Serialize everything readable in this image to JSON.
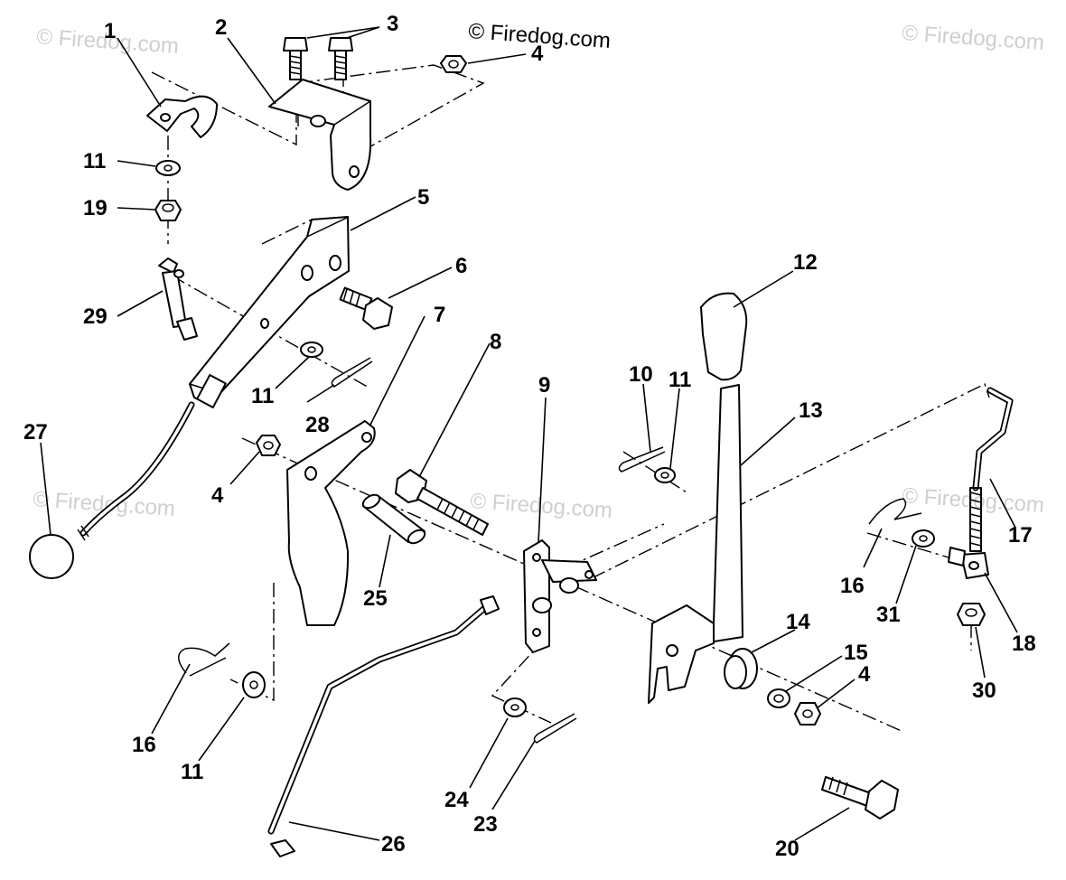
{
  "watermark": {
    "text": "© Firedog.com",
    "faint": "© Firedog.com"
  },
  "callouts": [
    "1",
    "2",
    "3",
    "4",
    "11",
    "19",
    "5",
    "6",
    "29",
    "11",
    "28",
    "7",
    "27",
    "4",
    "8",
    "9",
    "10",
    "11",
    "12",
    "13",
    "25",
    "17",
    "16",
    "31",
    "18",
    "14",
    "15",
    "4",
    "30",
    "16",
    "11",
    "24",
    "23",
    "26",
    "20"
  ]
}
